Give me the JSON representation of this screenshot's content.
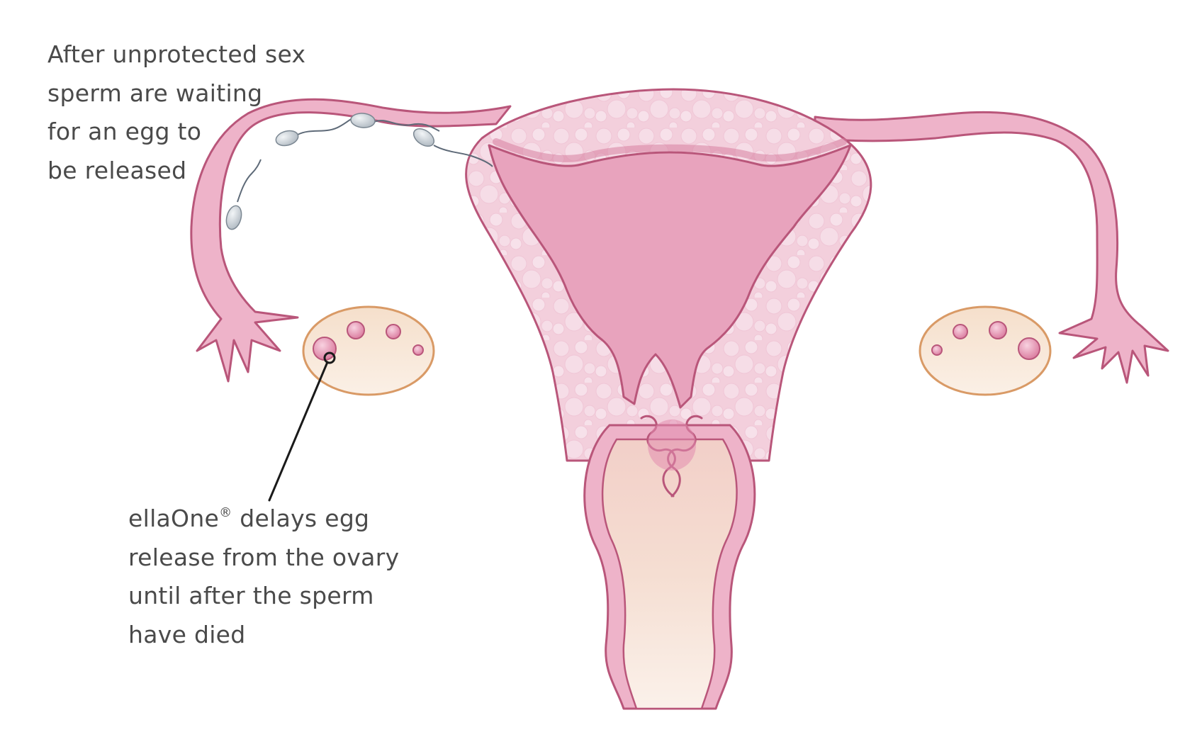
{
  "captions": {
    "sperm_waiting": {
      "lines": [
        "After unprotected sex",
        "sperm are waiting",
        "for an egg to",
        "be released"
      ]
    },
    "ellaone": {
      "brand": "ellaOne",
      "registered_mark": "®",
      "line1_rest": " delays egg",
      "lines": [
        "release from the ovary",
        "until after the sperm",
        "have died"
      ]
    }
  },
  "colors": {
    "outline": "#b9567a",
    "tissue": "#eeb3c9",
    "tissue_light": "#f6dbe5",
    "cavity": "#e8a3bd",
    "ovary_fill": "#f7e6d6",
    "ovary_outline": "#d99a66",
    "follicle": "#e592b1",
    "cervix_canal": "#f4ddd0",
    "text": "#4a4a4a",
    "pointer": "#1a1a1a",
    "sperm_head": "#cfd6dc",
    "sperm_tail": "#5e6a78"
  },
  "icons": {
    "sperm": "sperm-icon",
    "egg": "egg-icon",
    "pointer_target": "ring-marker-icon"
  }
}
